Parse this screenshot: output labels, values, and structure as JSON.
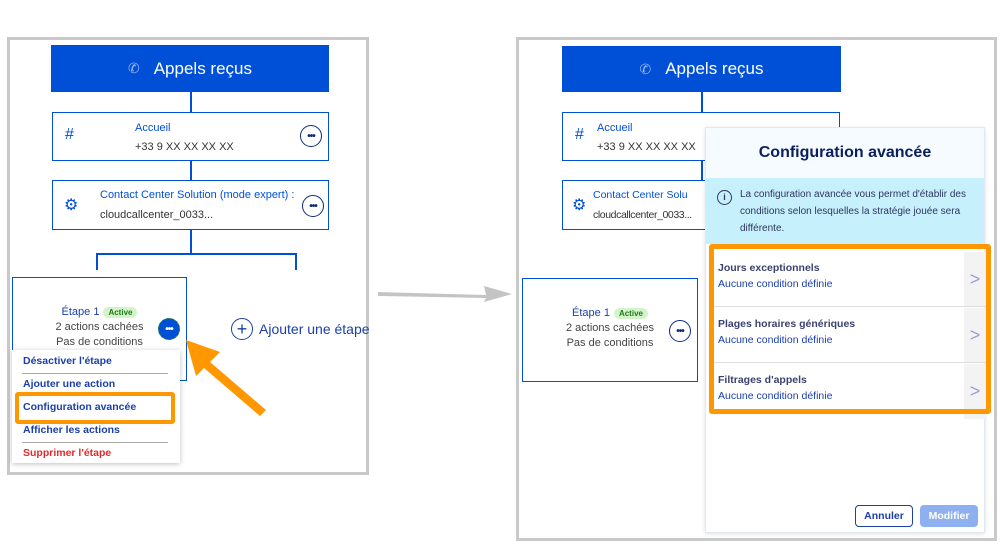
{
  "flow": {
    "header": "Appels reçus",
    "accueil_title": "Accueil",
    "accueil_number": "+33 9 XX XX XX XX",
    "ccs_title": "Contact Center Solution (mode expert) :",
    "ccs_title_truncated": "Contact Center Solu",
    "ccs_value": "cloudcallcenter_0033...",
    "step_title": "Étape 1",
    "step_badge": "Active",
    "step_hidden": "2 actions cachées",
    "step_conditions": "Pas de conditions",
    "add_step": "Ajouter une étape"
  },
  "menu": {
    "items": [
      "Désactiver l'étape",
      "Ajouter une action",
      "Configuration avancée",
      "Afficher les actions",
      "Supprimer l'étape"
    ]
  },
  "config": {
    "title": "Configuration avancée",
    "info": "La configuration avancée vous permet d'établir des conditions selon lesquelles la stratégie jouée sera différente.",
    "rows": [
      {
        "title": "Jours exceptionnels",
        "status": "Aucune condition définie"
      },
      {
        "title": "Plages horaires génériques",
        "status": "Aucune condition définie"
      },
      {
        "title": "Filtrages d'appels",
        "status": "Aucune condition définie"
      }
    ],
    "cancel": "Annuler",
    "submit": "Modifier"
  },
  "colors": {
    "primary": "#0050d7",
    "highlight": "#ff9800",
    "danger": "#e02a2a",
    "info_bg": "#c6f0fb"
  }
}
